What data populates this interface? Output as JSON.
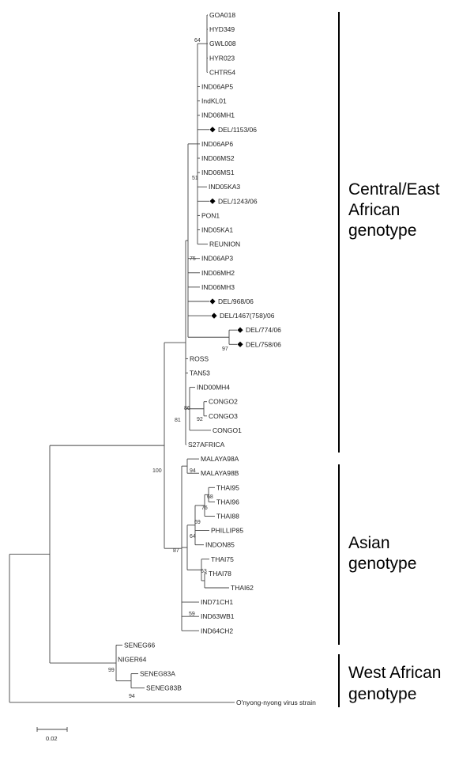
{
  "tree": {
    "leaves": [
      {
        "id": "goa018",
        "label": "GOA018"
      },
      {
        "id": "hyd349",
        "label": "HYD349"
      },
      {
        "id": "gwl008",
        "label": "GWL008"
      },
      {
        "id": "hyr023",
        "label": "HYR023"
      },
      {
        "id": "chtr54",
        "label": "CHTR54"
      },
      {
        "id": "ind06ap5",
        "label": "IND06AP5"
      },
      {
        "id": "indkl01",
        "label": "IndKL01"
      },
      {
        "id": "ind06mh1",
        "label": "IND06MH1"
      },
      {
        "id": "del115306",
        "label": "DEL/1153/06",
        "marker": true
      },
      {
        "id": "ind06ap6",
        "label": "IND06AP6"
      },
      {
        "id": "ind06ms2",
        "label": "IND06MS2"
      },
      {
        "id": "ind06ms1",
        "label": "IND06MS1"
      },
      {
        "id": "ind05ka3",
        "label": "IND05KA3"
      },
      {
        "id": "del124306",
        "label": "DEL/1243/06",
        "marker": true
      },
      {
        "id": "pon1",
        "label": "PON1"
      },
      {
        "id": "ind05ka1",
        "label": "IND05KA1"
      },
      {
        "id": "reunion",
        "label": "REUNION"
      },
      {
        "id": "ind06ap3",
        "label": "IND06AP3"
      },
      {
        "id": "ind06mh2",
        "label": "IND06MH2"
      },
      {
        "id": "ind06mh3",
        "label": "IND06MH3"
      },
      {
        "id": "del96806",
        "label": "DEL/968/06",
        "marker": true
      },
      {
        "id": "del1467",
        "label": "DEL/1467(758)/06",
        "marker": true
      },
      {
        "id": "del77406",
        "label": "DEL/774/06",
        "marker": true
      },
      {
        "id": "del75806",
        "label": "DEL/758/06",
        "marker": true
      },
      {
        "id": "ross",
        "label": "ROSS"
      },
      {
        "id": "tan53",
        "label": "TAN53"
      },
      {
        "id": "ind00mh4",
        "label": "IND00MH4"
      },
      {
        "id": "congo2",
        "label": "CONGO2"
      },
      {
        "id": "congo3",
        "label": "CONGO3"
      },
      {
        "id": "congo1",
        "label": "CONGO1"
      },
      {
        "id": "s27africa",
        "label": "S27AFRICA"
      },
      {
        "id": "malaya98a",
        "label": "MALAYA98A"
      },
      {
        "id": "malaya98b",
        "label": "MALAYA98B"
      },
      {
        "id": "thai95",
        "label": "THAI95"
      },
      {
        "id": "thai96",
        "label": "THAI96"
      },
      {
        "id": "thai88",
        "label": "THAI88"
      },
      {
        "id": "phillip85",
        "label": "PHILLIP85"
      },
      {
        "id": "indon85",
        "label": "INDON85"
      },
      {
        "id": "thai75",
        "label": "THAI75"
      },
      {
        "id": "thai78",
        "label": "THAI78"
      },
      {
        "id": "thai62",
        "label": "THAI62"
      },
      {
        "id": "ind71ch1",
        "label": "IND71CH1"
      },
      {
        "id": "ind63wb1",
        "label": "IND63WB1"
      },
      {
        "id": "ind64ch2",
        "label": "IND64CH2"
      },
      {
        "id": "seneg66",
        "label": "SENEG66"
      },
      {
        "id": "niger64",
        "label": "NIGER64"
      },
      {
        "id": "seneg83a",
        "label": "SENEG83A"
      },
      {
        "id": "seneg83b",
        "label": "SENEG83B"
      },
      {
        "id": "onyong",
        "label": "O'nyong-nyong virus strain"
      }
    ],
    "bootstrap": [
      {
        "id": "bs-64",
        "value": "64"
      },
      {
        "id": "bs-51",
        "value": "51"
      },
      {
        "id": "bs-75",
        "value": "75"
      },
      {
        "id": "bs-97",
        "value": "97"
      },
      {
        "id": "bs-86",
        "value": "86"
      },
      {
        "id": "bs-92",
        "value": "92"
      },
      {
        "id": "bs-81",
        "value": "81"
      },
      {
        "id": "bs-100",
        "value": "100"
      },
      {
        "id": "bs-94a",
        "value": "94"
      },
      {
        "id": "bs-68",
        "value": "68"
      },
      {
        "id": "bs-76",
        "value": "76"
      },
      {
        "id": "bs-69",
        "value": "69"
      },
      {
        "id": "bs-64b",
        "value": "64"
      },
      {
        "id": "bs-87",
        "value": "87"
      },
      {
        "id": "bs-63",
        "value": "63"
      },
      {
        "id": "bs-59",
        "value": "59"
      },
      {
        "id": "bs-99",
        "value": "99"
      },
      {
        "id": "bs-94b",
        "value": "94"
      }
    ]
  },
  "groups": [
    {
      "id": "central-east",
      "lines": [
        "Central/East",
        "African",
        "genotype"
      ]
    },
    {
      "id": "asian",
      "lines": [
        "Asian",
        "genotype"
      ]
    },
    {
      "id": "west-african",
      "lines": [
        "West African",
        "genotype"
      ]
    }
  ],
  "scale_bar": {
    "label": "0.02"
  },
  "colors": {
    "branch": "#444444",
    "text": "#222222",
    "bracket": "#000000"
  }
}
